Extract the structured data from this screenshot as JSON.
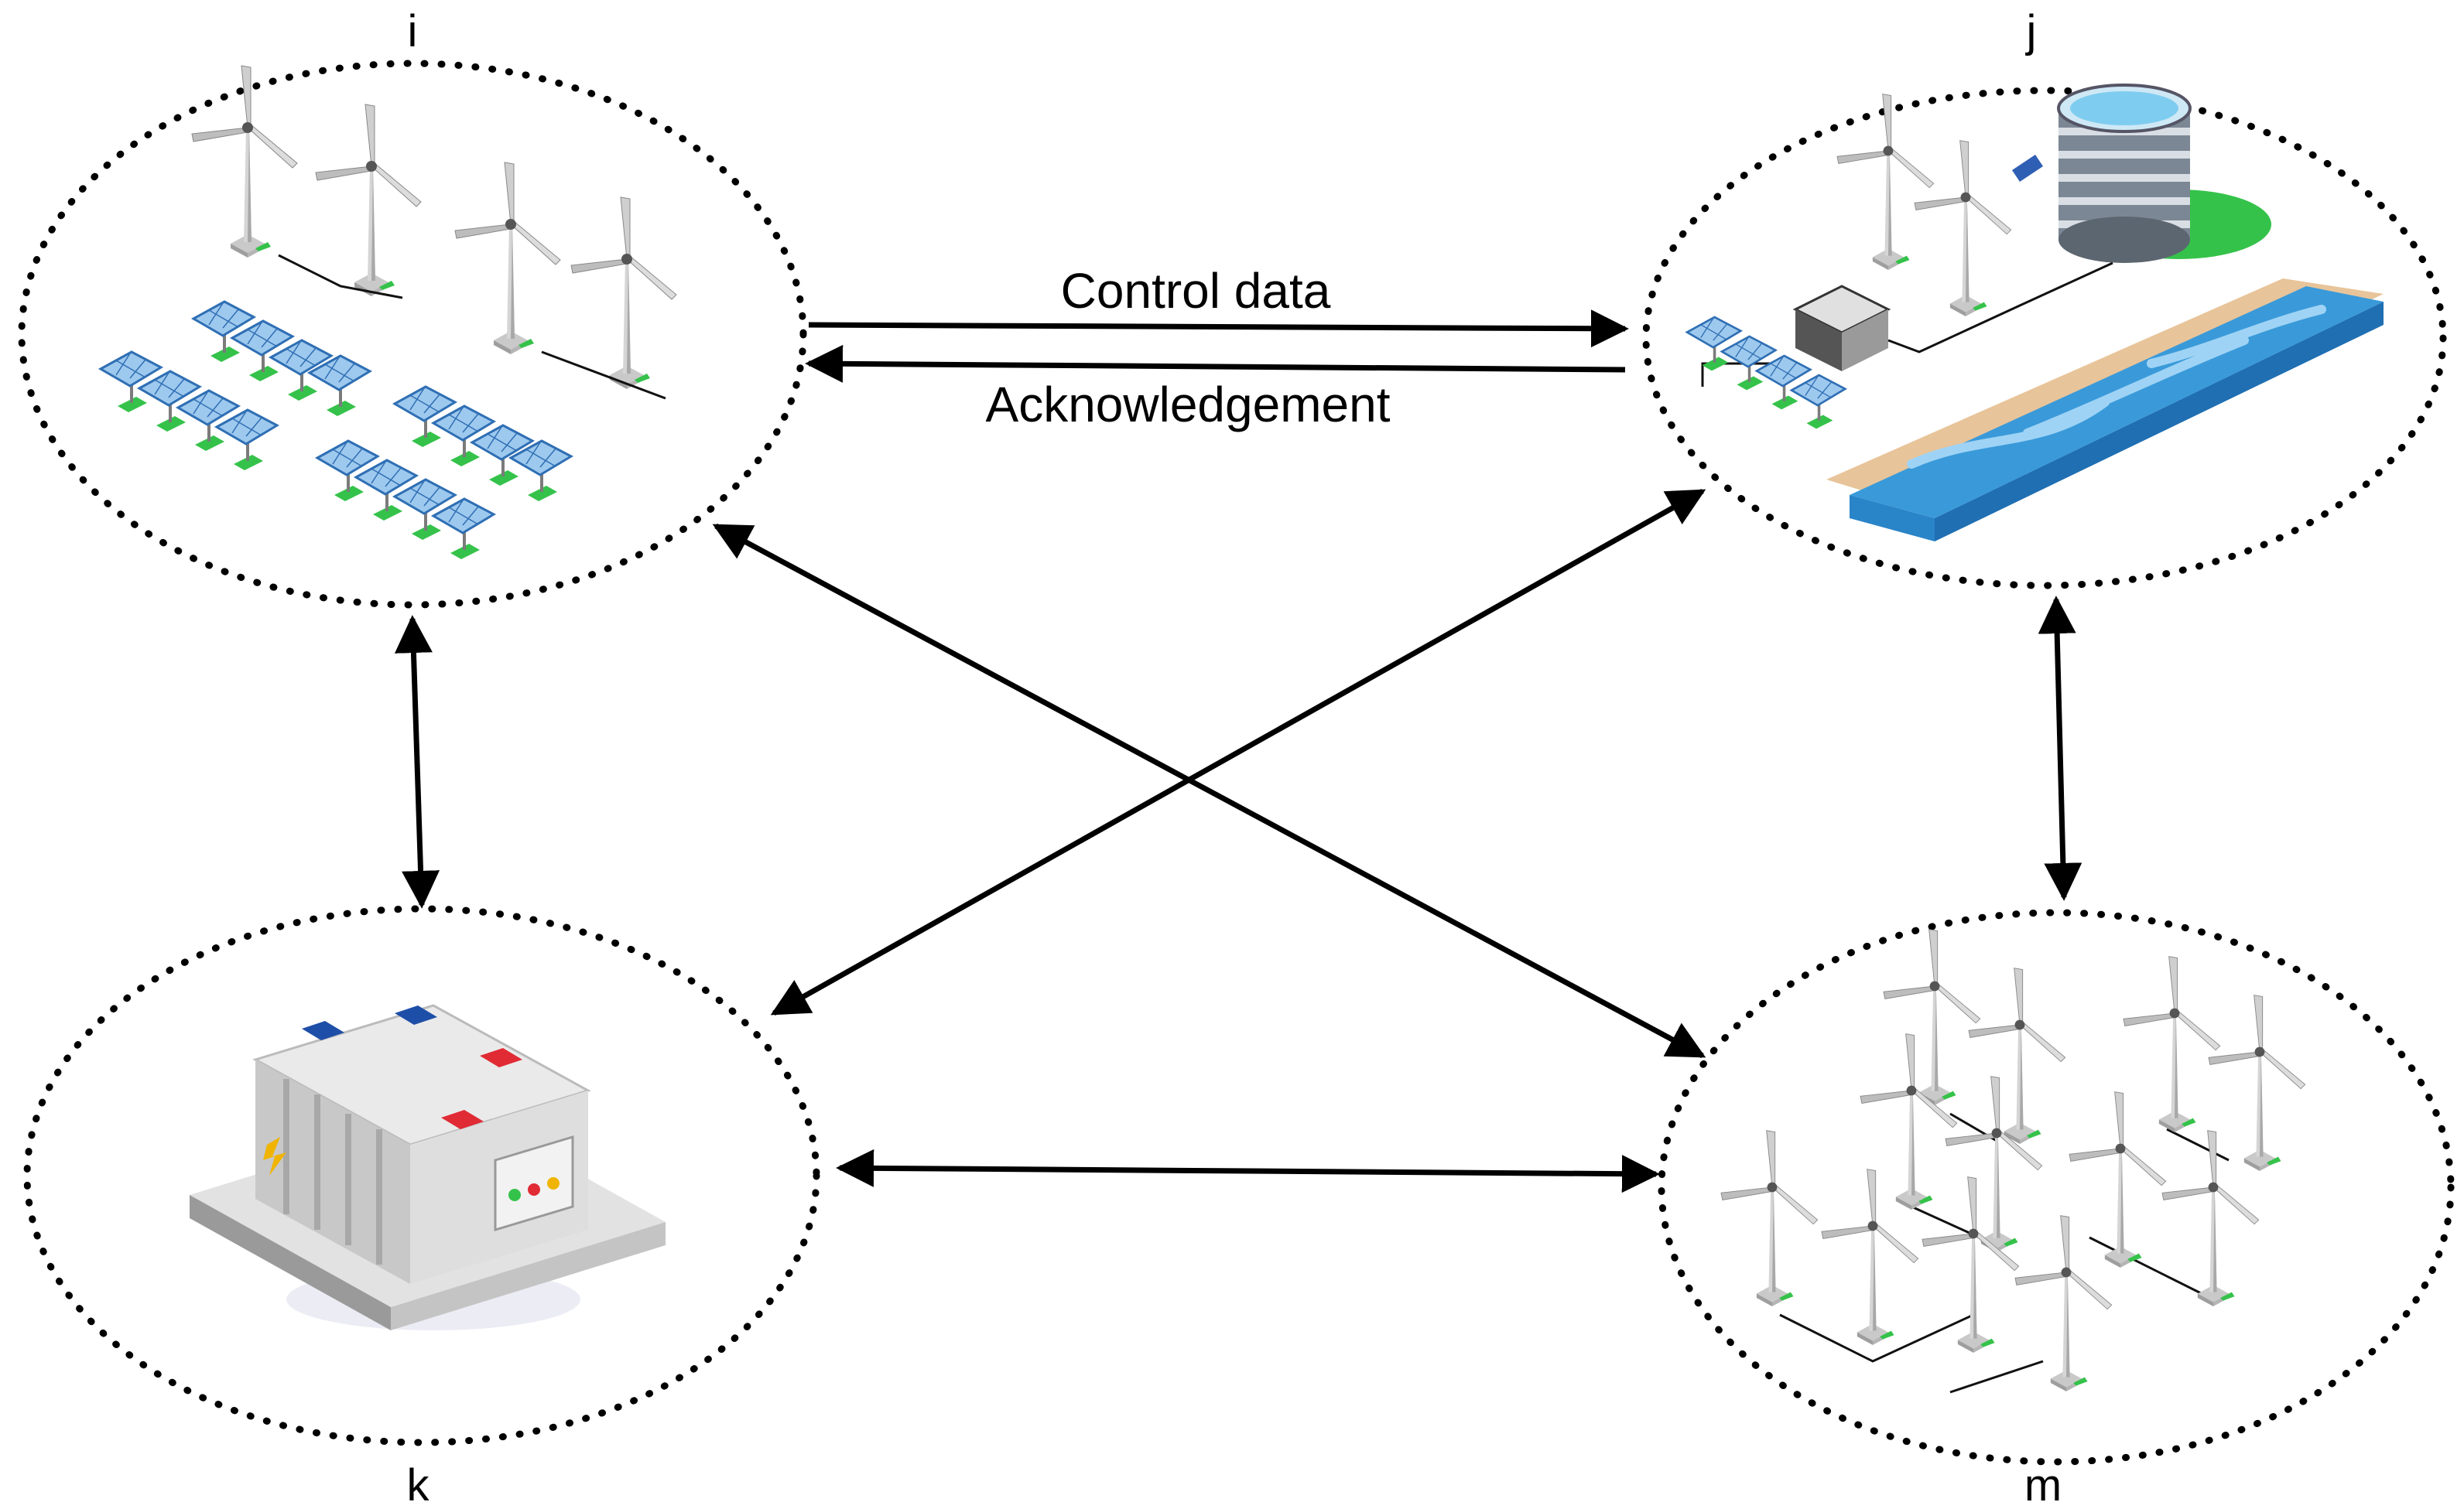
{
  "nodes": [
    {
      "id": "i",
      "label": "i",
      "content": "wind-solar-farm"
    },
    {
      "id": "j",
      "label": "j",
      "content": "hydro-storage-site"
    },
    {
      "id": "k",
      "label": "k",
      "content": "battery-storage"
    },
    {
      "id": "m",
      "label": "m",
      "content": "wind-farm"
    }
  ],
  "edges": [
    {
      "from": "i",
      "to": "j",
      "label": "Control data",
      "direction": "forward"
    },
    {
      "from": "j",
      "to": "i",
      "label": "Acknowledgement",
      "direction": "forward"
    },
    {
      "from": "i",
      "to": "k",
      "direction": "both"
    },
    {
      "from": "i",
      "to": "m",
      "direction": "both"
    },
    {
      "from": "j",
      "to": "k",
      "direction": "both"
    },
    {
      "from": "j",
      "to": "m",
      "direction": "both"
    },
    {
      "from": "k",
      "to": "m",
      "direction": "both"
    }
  ],
  "colors": {
    "line": "#000000",
    "turbine": "#d9d9d9",
    "solar_panel": "#9ec9ee",
    "water": "#3a9ad9",
    "sand": "#e8c49a",
    "grass": "#35c24a",
    "battery_red": "#e02b35",
    "battery_blue": "#1e4fa8"
  }
}
